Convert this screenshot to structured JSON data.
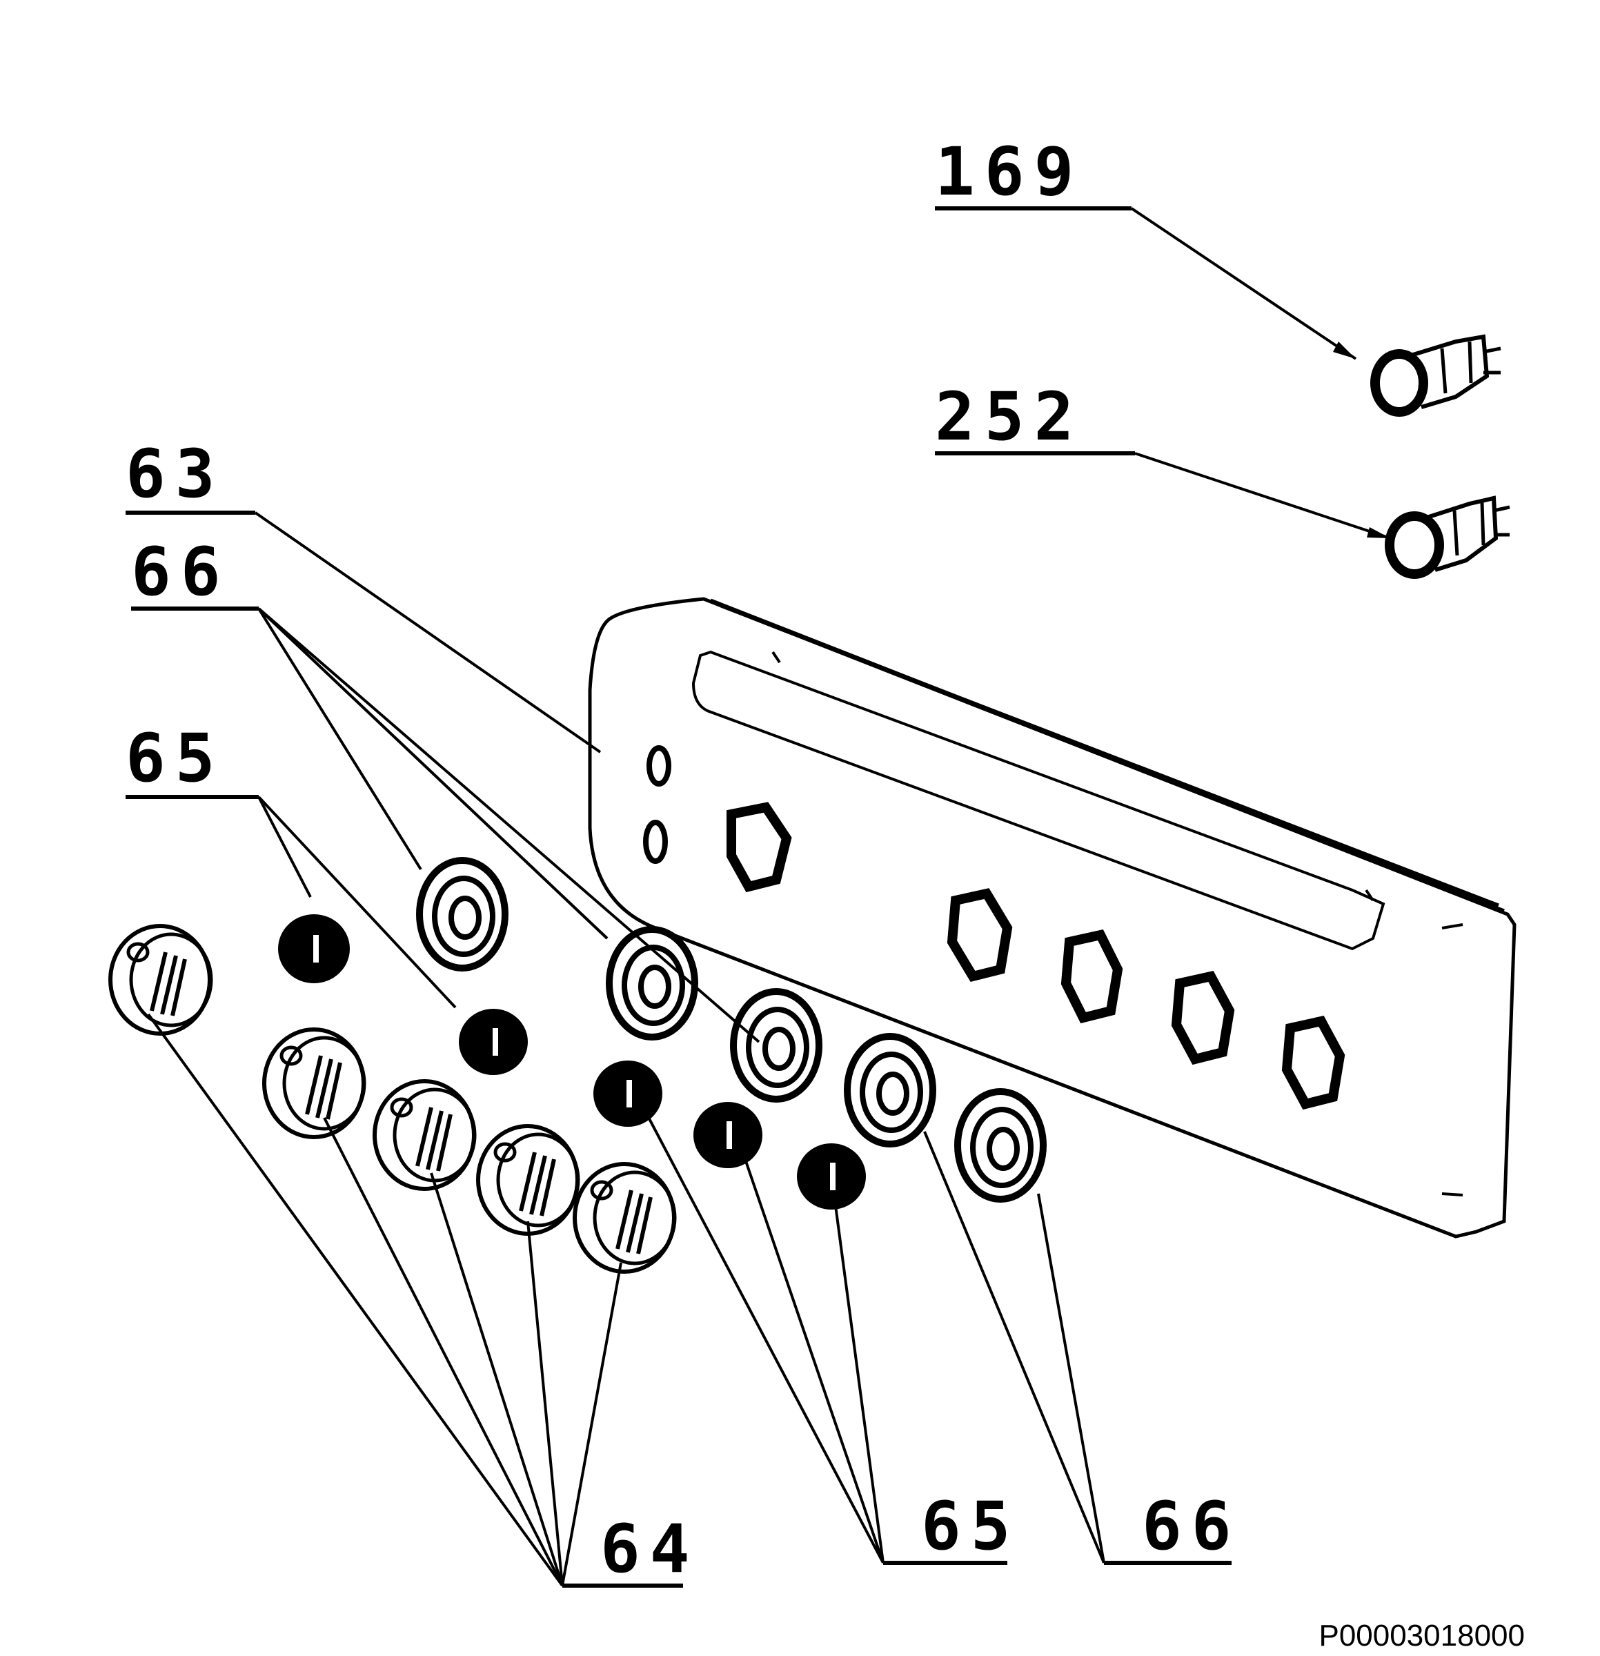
{
  "diagram": {
    "drawing_code": "P00003018000",
    "callouts": [
      {
        "id": "c169",
        "label": "169",
        "part": "lamp holder"
      },
      {
        "id": "c252",
        "label": "252",
        "part": "lamp holder"
      },
      {
        "id": "c63",
        "label": "63",
        "part": "control panel"
      },
      {
        "id": "c66a",
        "label": "66",
        "part": "knob bezel ring"
      },
      {
        "id": "c65a",
        "label": "65",
        "part": "knob spring"
      },
      {
        "id": "c64",
        "label": "64",
        "part": "control knob"
      },
      {
        "id": "c65b",
        "label": "65",
        "part": "knob spring"
      },
      {
        "id": "c66b",
        "label": "66",
        "part": "knob bezel ring"
      }
    ]
  }
}
